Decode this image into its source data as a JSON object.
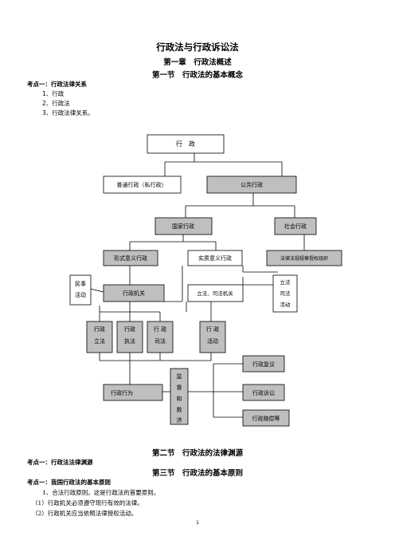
{
  "doc": {
    "title": "行政法与行政诉讼法",
    "chapter": "第一章　行政法概述",
    "section1": "第一节　行政法的基本概念",
    "kaodian1": "考点一：行政法律关系",
    "list1": [
      "1、行政",
      "2、行政法",
      "3、行政法律关系。"
    ],
    "section2": "第二节　行政法的法律渊源",
    "kaodian2": "考点一：行政法法律渊源",
    "section3": "第三节　行政法的基本原则",
    "kaodian3": "考点一：我国行政法的基本原则",
    "list3": [
      "1、合法行政原则。这是行政法的首要原则。",
      "（1）行政机关必须遵守现行有效的法律。",
      "（2）行政机关应当依照法律授权活动。"
    ],
    "page_number": "1"
  },
  "diagram": {
    "xingzheng": "行　政",
    "putong": "普通行政（私行政）",
    "gonggong": "公共行政",
    "guojia": "国家行政",
    "shehui": "社会行政",
    "xingshi": "形式意义行政",
    "shizhi": "实质意义行政",
    "falv_fagui": "法律法规规章授权组织",
    "minshi": [
      "民事",
      "活动"
    ],
    "xingzheng_jiguan": "行政机关",
    "lifa_sifa_jiguan": "立法、司法机关",
    "lifa_sifa_huodong": [
      "立法",
      "司法",
      "活动"
    ],
    "xz_lifa": [
      "行政",
      "立法"
    ],
    "xz_zhifa": [
      "行政",
      "执法"
    ],
    "xz_sifa": [
      "行 政",
      "司法"
    ],
    "xz_huodong": [
      "行 政",
      "活动"
    ],
    "xingzheng_xingwei": "行政行为",
    "jiandu": [
      "监",
      "督",
      "和",
      "救",
      "济"
    ],
    "fuyi": "行政复议",
    "susong": "行政诉讼",
    "peichang": "行政赔偿等"
  },
  "colors": {
    "shaded": "#bfbfbf",
    "line": "#000000"
  }
}
